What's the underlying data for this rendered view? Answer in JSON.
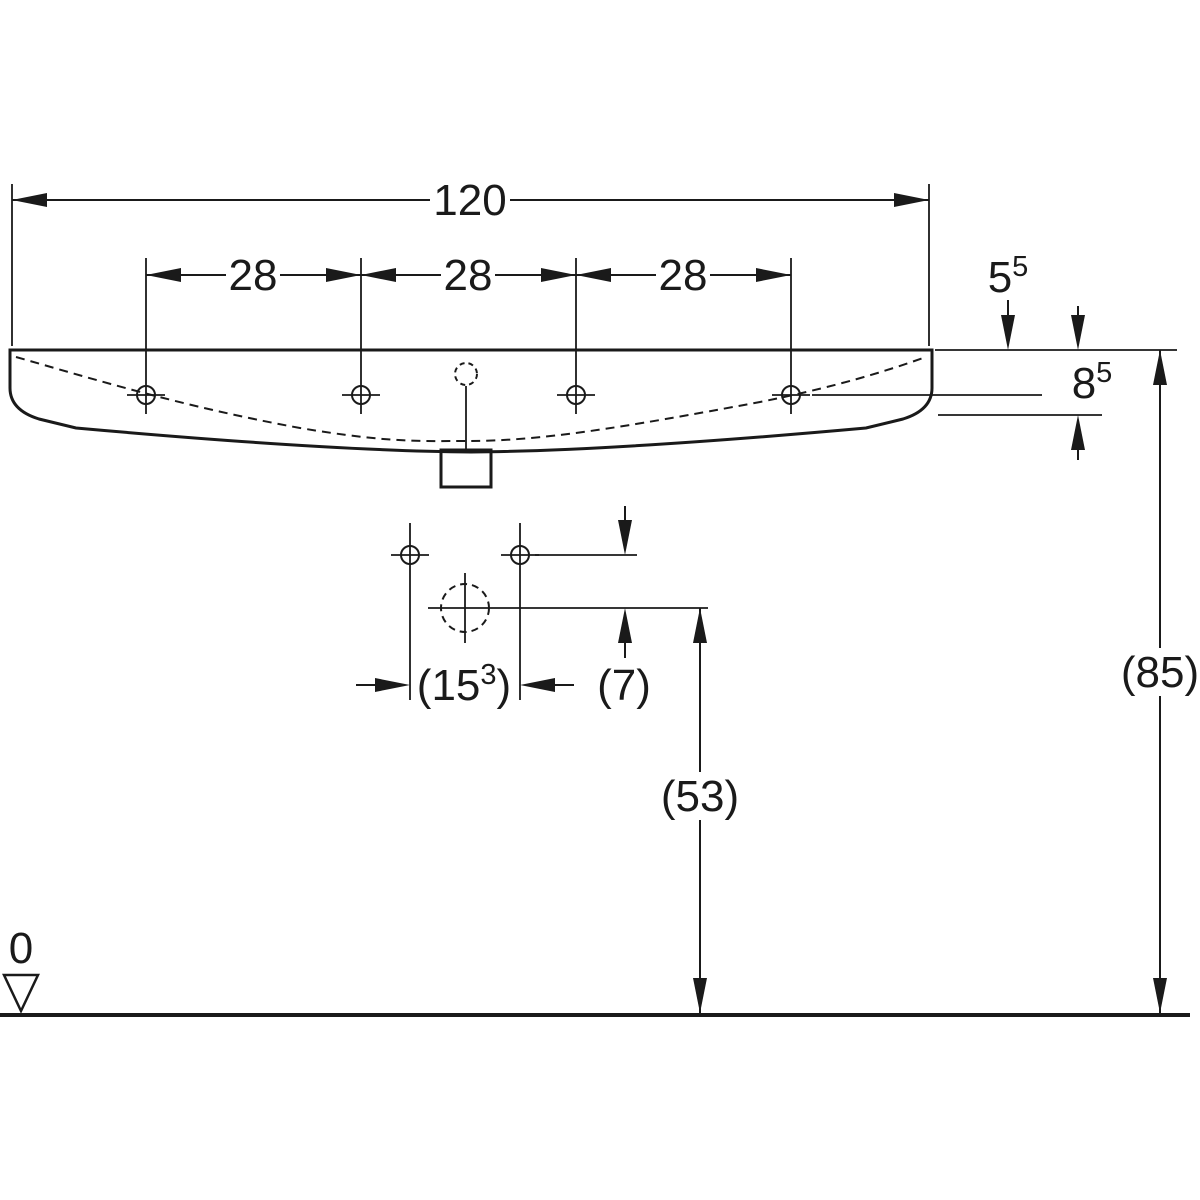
{
  "drawing": {
    "type": "washbasin-dimension-drawing",
    "colors": {
      "line": "#1a1a1a",
      "background": "#ffffff"
    },
    "labels": {
      "overall_width": "120",
      "tap_spacing_1": "28",
      "tap_spacing_2": "28",
      "tap_spacing_3": "28",
      "rim_front_main": "5",
      "rim_front_sup": "5",
      "rim_back_main": "8",
      "rim_back_sup": "5",
      "drain_offset_open": "(15",
      "drain_offset_sup": "3",
      "drain_offset_close": ")",
      "overflow_offset": "(7)",
      "drain_height": "(53)",
      "total_height": "(85)",
      "datum_zero": "0"
    }
  }
}
